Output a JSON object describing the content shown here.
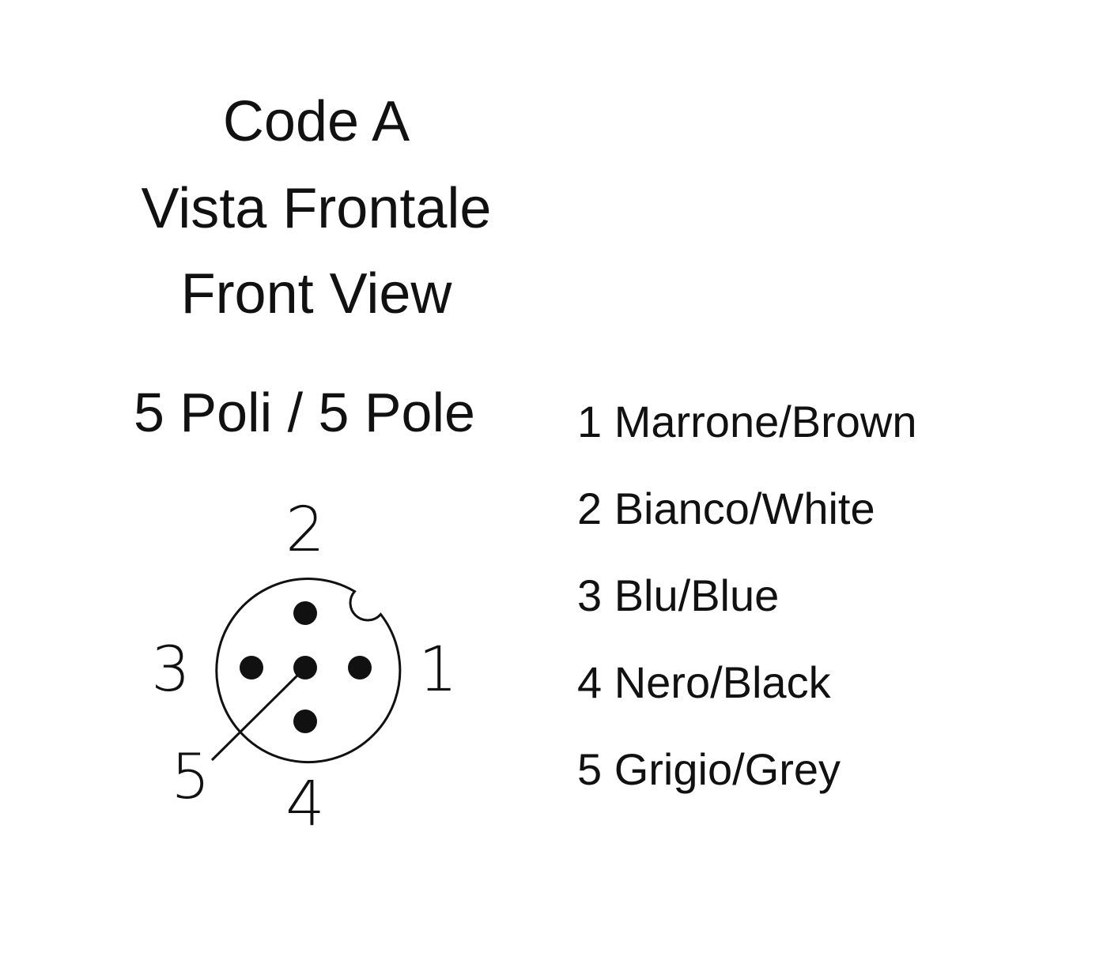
{
  "title": {
    "code": "Code A",
    "view_it": "Vista Frontale",
    "view_en": "Front View"
  },
  "pole_count": "5 Poli / 5 Pole",
  "connector": {
    "pin_labels": [
      "1",
      "2",
      "3",
      "4",
      "5"
    ]
  },
  "legend": [
    "1 Marrone/Brown",
    "2 Bianco/White",
    "3 Blu/Blue",
    "4 Nero/Black",
    "5 Grigio/Grey"
  ]
}
